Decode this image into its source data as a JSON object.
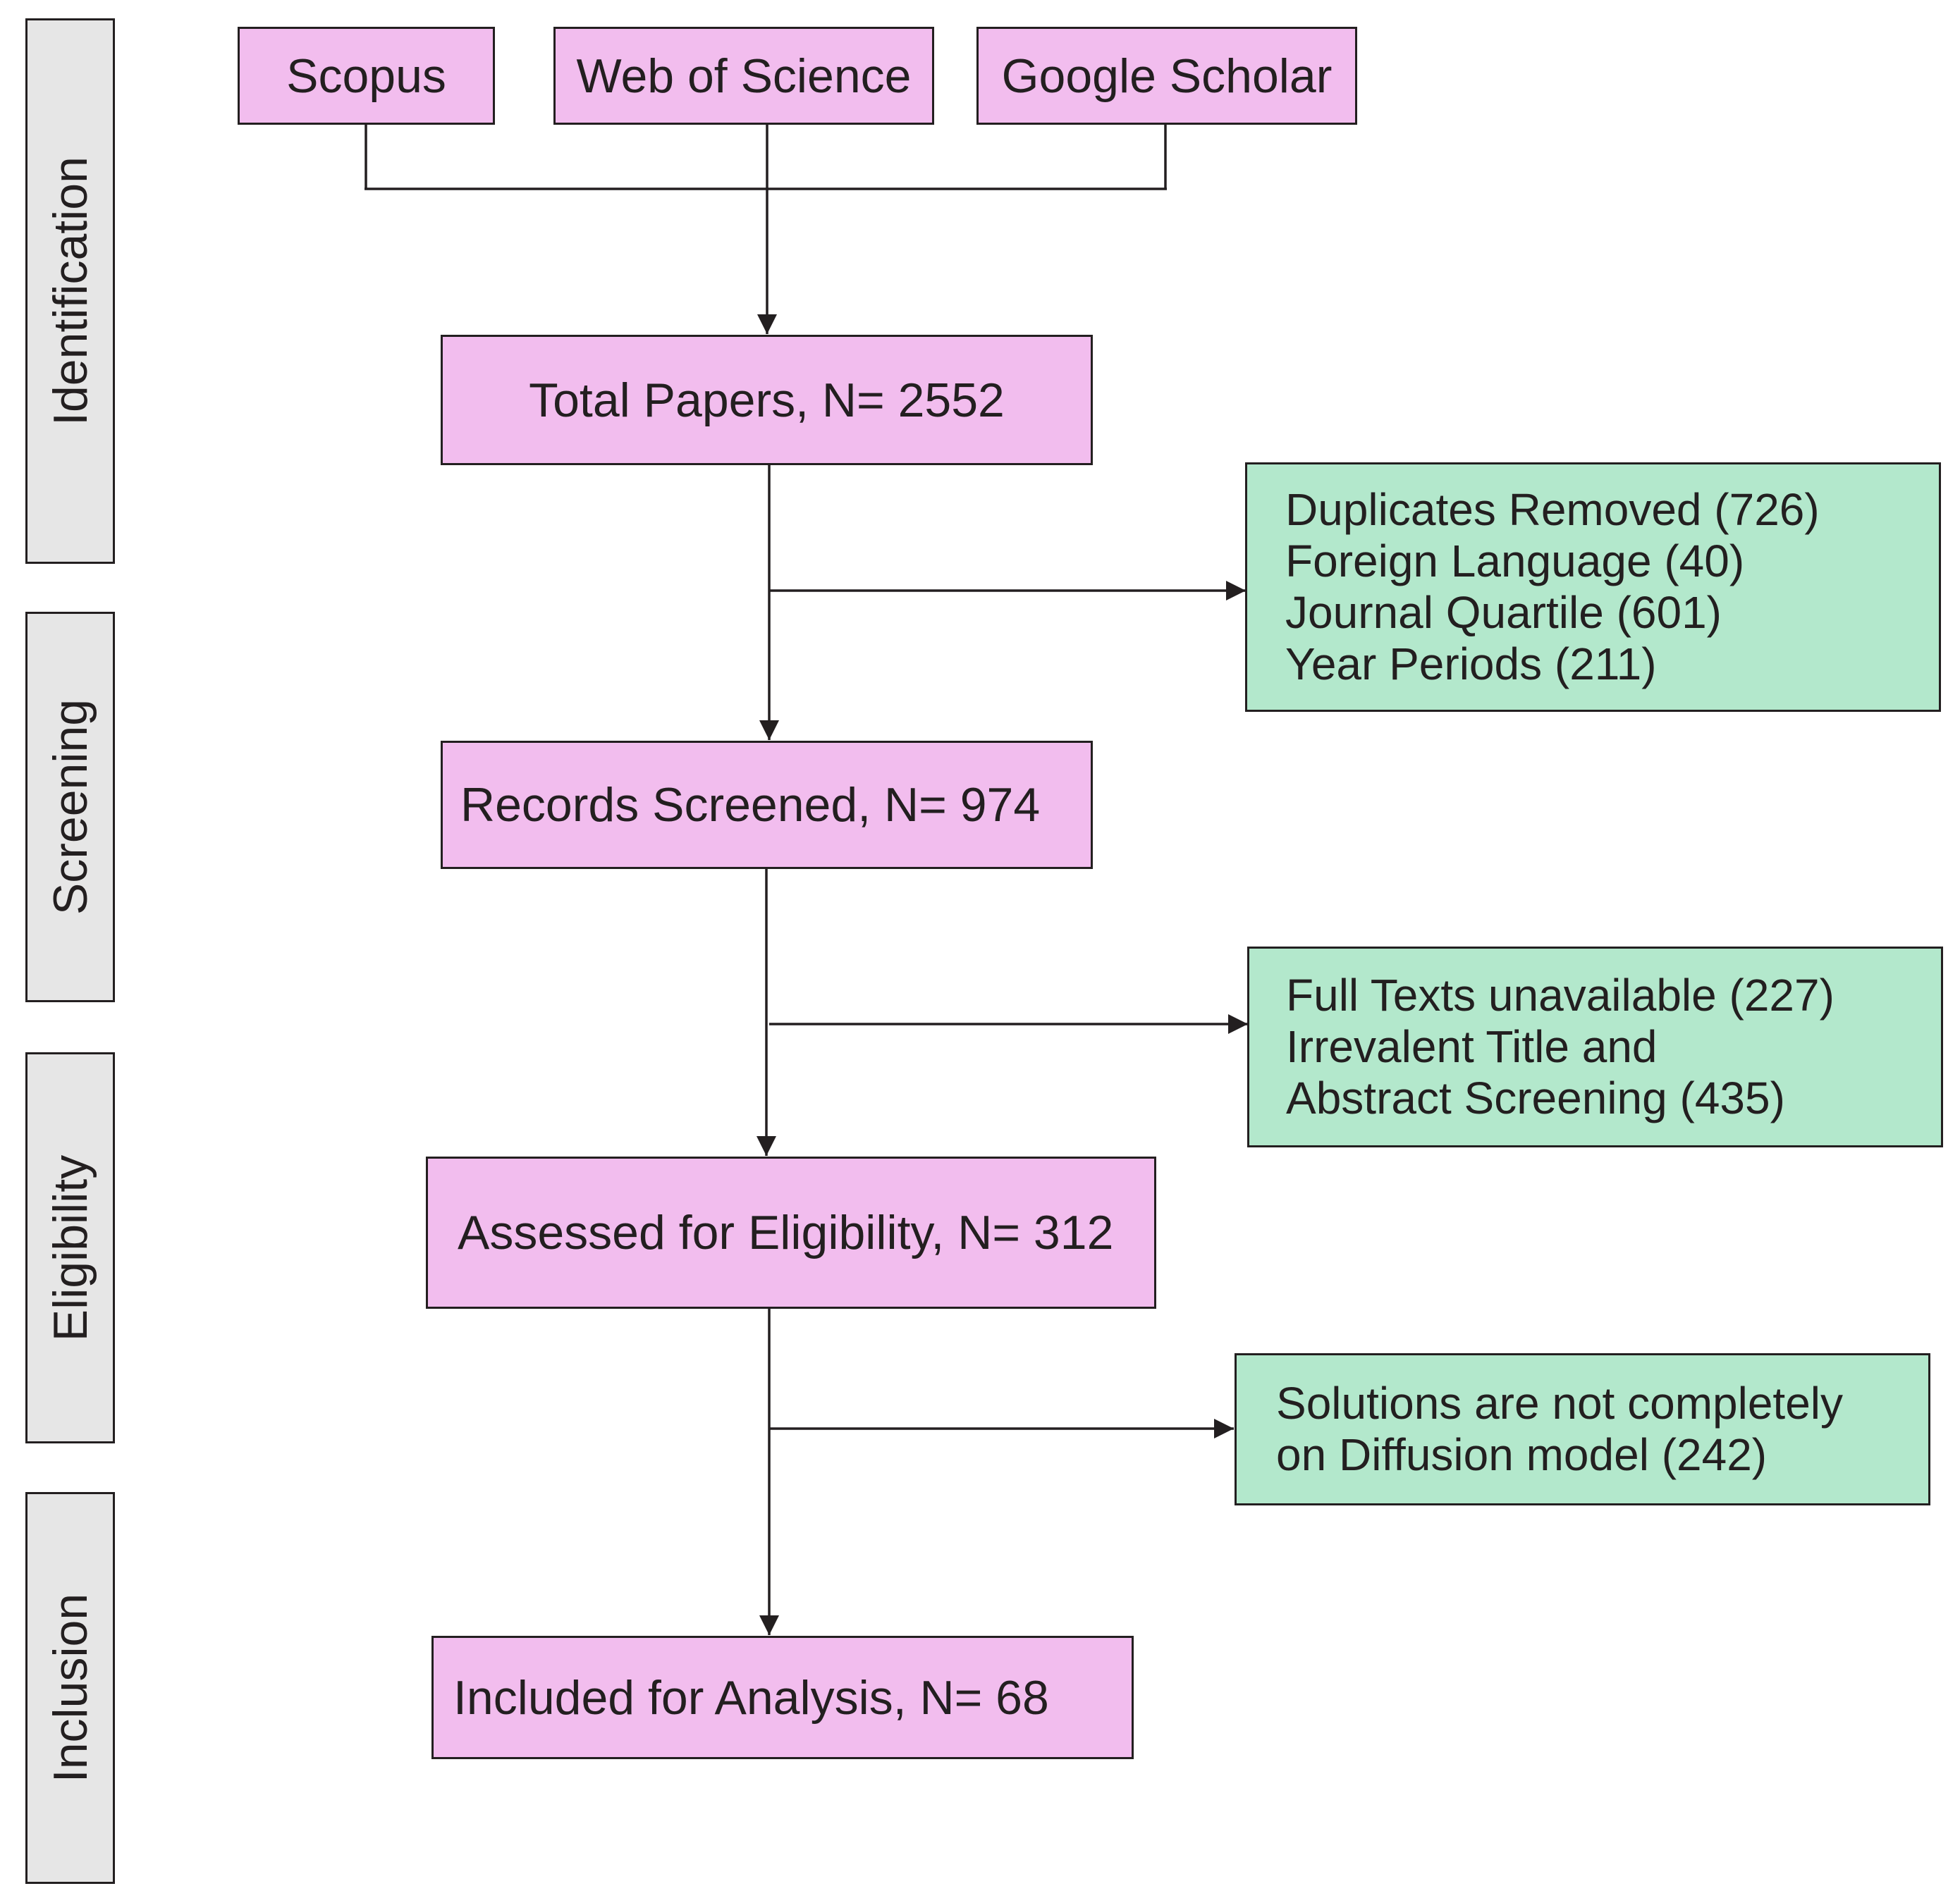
{
  "stages": {
    "identification": "Identification",
    "screening": "Screening",
    "eligibility": "Eligibility",
    "inclusion": "Inclusion"
  },
  "sources": {
    "scopus": "Scopus",
    "web_of_science": "Web of Science",
    "google_scholar": "Google Scholar"
  },
  "flow": {
    "total": "Total Papers, N= 2552",
    "screened": "Records Screened, N= 974",
    "assessed": "Assessed for Eligibility, N= 312",
    "included": "Included for Analysis, N= 68"
  },
  "exclusions": {
    "first": [
      "Duplicates Removed (726)",
      "Foreign Language (40)",
      "Journal Quartile (601)",
      "Year Periods (211)"
    ],
    "second": [
      "Full Texts unavailable (227)",
      "Irrevalent Title and",
      "Abstract Screening (435)"
    ],
    "third": [
      "Solutions are not completely",
      "on Diffusion model (242)"
    ]
  },
  "colors": {
    "pink_box": "#f2bdee",
    "green_box": "#b3e8cc",
    "stage_label": "#e6e6e6",
    "line": "#231f20"
  }
}
